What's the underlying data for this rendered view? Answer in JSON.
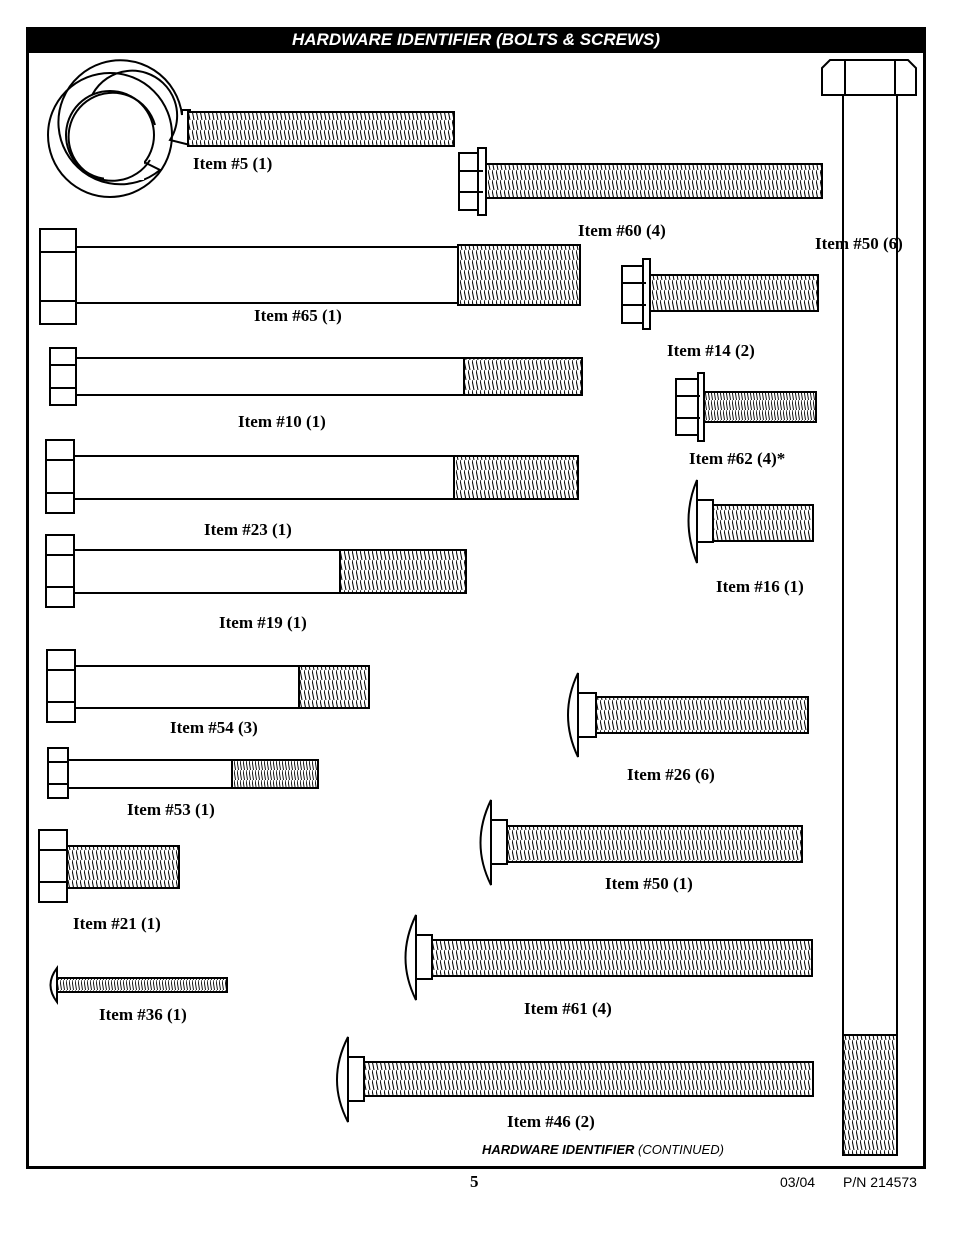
{
  "header": {
    "title": "HARDWARE IDENTIFIER (BOLTS & SCREWS)"
  },
  "items": [
    {
      "id": "item-5",
      "label": "Item #5 (1)"
    },
    {
      "id": "item-60",
      "label": "Item #60 (4)"
    },
    {
      "id": "item-50-long",
      "label": "Item #50 (6)"
    },
    {
      "id": "item-65",
      "label": "Item #65 (1)"
    },
    {
      "id": "item-14",
      "label": "Item #14 (2)"
    },
    {
      "id": "item-10",
      "label": "Item #10 (1)"
    },
    {
      "id": "item-62",
      "label": "Item #62 (4)*"
    },
    {
      "id": "item-23",
      "label": "Item #23 (1)"
    },
    {
      "id": "item-16",
      "label": "Item #16 (1)"
    },
    {
      "id": "item-19",
      "label": "Item #19 (1)"
    },
    {
      "id": "item-54",
      "label": "Item #54 (3)"
    },
    {
      "id": "item-26",
      "label": "Item #26 (6)"
    },
    {
      "id": "item-53",
      "label": "Item #53 (1)"
    },
    {
      "id": "item-50",
      "label": "Item #50 (1)"
    },
    {
      "id": "item-21",
      "label": "Item #21 (1)"
    },
    {
      "id": "item-61",
      "label": "Item #61 (4)"
    },
    {
      "id": "item-36",
      "label": "Item #36 (1)"
    },
    {
      "id": "item-46",
      "label": "Item #46 (2)"
    }
  ],
  "footer": {
    "continued_bold": "HARDWARE IDENTIFIER",
    "continued_italic": "(CONTINUED)",
    "page_number": "5",
    "date": "03/04",
    "part_number": "P/N 214573"
  }
}
